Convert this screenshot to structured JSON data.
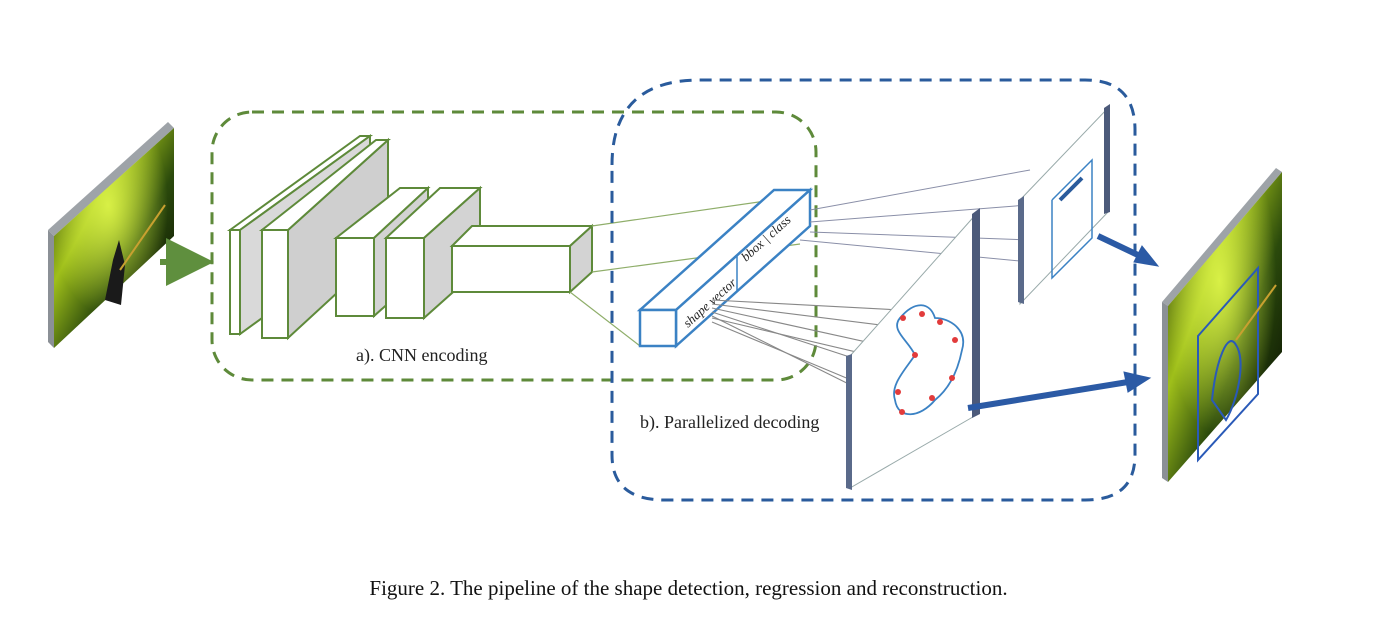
{
  "diagram": {
    "stage_a_label": "a). CNN encoding",
    "stage_b_label": "b). Parallelized decoding",
    "vector_label_shape": "shape vector",
    "vector_label_bbox": "bbox | class",
    "colors": {
      "cnn_green": "#5e8a3a",
      "decoder_blue": "#2a5b9c",
      "vector_blue": "#3b82c4",
      "arrow_green": "#5f8f3e",
      "arrow_blue": "#2b5aa5",
      "panel_edge": "#4c5a7a"
    }
  },
  "caption": "Figure 2. The pipeline of the shape detection, regression and reconstruction."
}
